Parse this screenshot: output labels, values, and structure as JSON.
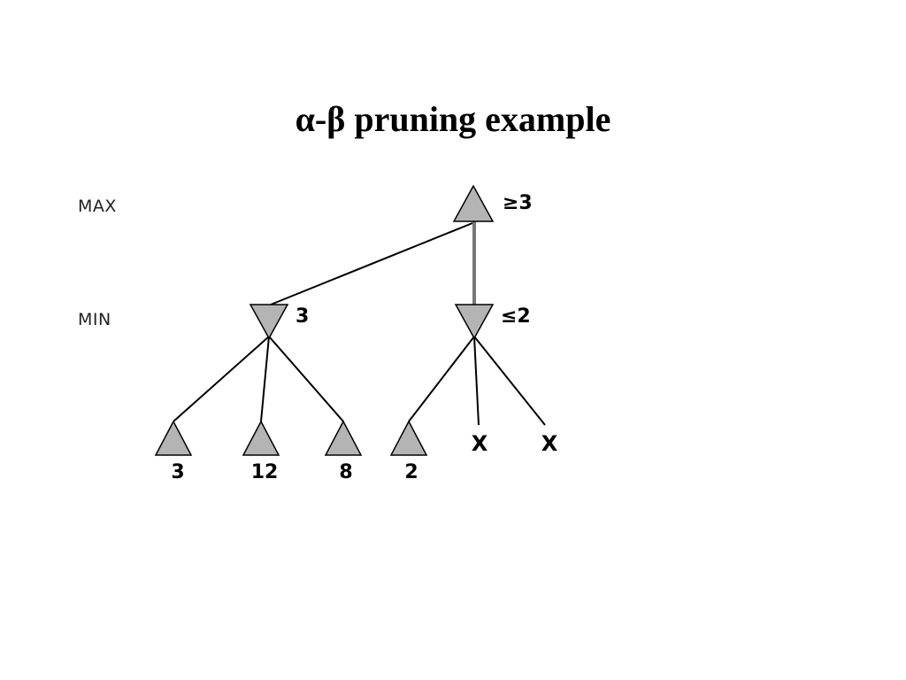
{
  "title": "α-β pruning example",
  "levels": {
    "max": "MAX",
    "min": "MIN"
  },
  "tree": {
    "root": {
      "type": "max",
      "value": "≥3"
    },
    "min_nodes": [
      {
        "id": "min-left",
        "type": "min",
        "value": "3"
      },
      {
        "id": "min-right",
        "type": "min",
        "value": "≤2"
      }
    ],
    "leaves": [
      {
        "id": "leaf-1",
        "parent": "min-left",
        "value": "3"
      },
      {
        "id": "leaf-2",
        "parent": "min-left",
        "value": "12"
      },
      {
        "id": "leaf-3",
        "parent": "min-left",
        "value": "8"
      },
      {
        "id": "leaf-4",
        "parent": "min-right",
        "value": "2"
      }
    ],
    "pruned": [
      {
        "id": "pruned-1",
        "parent": "min-right",
        "mark": "X"
      },
      {
        "id": "pruned-2",
        "parent": "min-right",
        "mark": "X"
      }
    ]
  },
  "colors": {
    "node_fill": "#b4b4b4",
    "edge": "#000000",
    "active_edge": "#777777"
  }
}
